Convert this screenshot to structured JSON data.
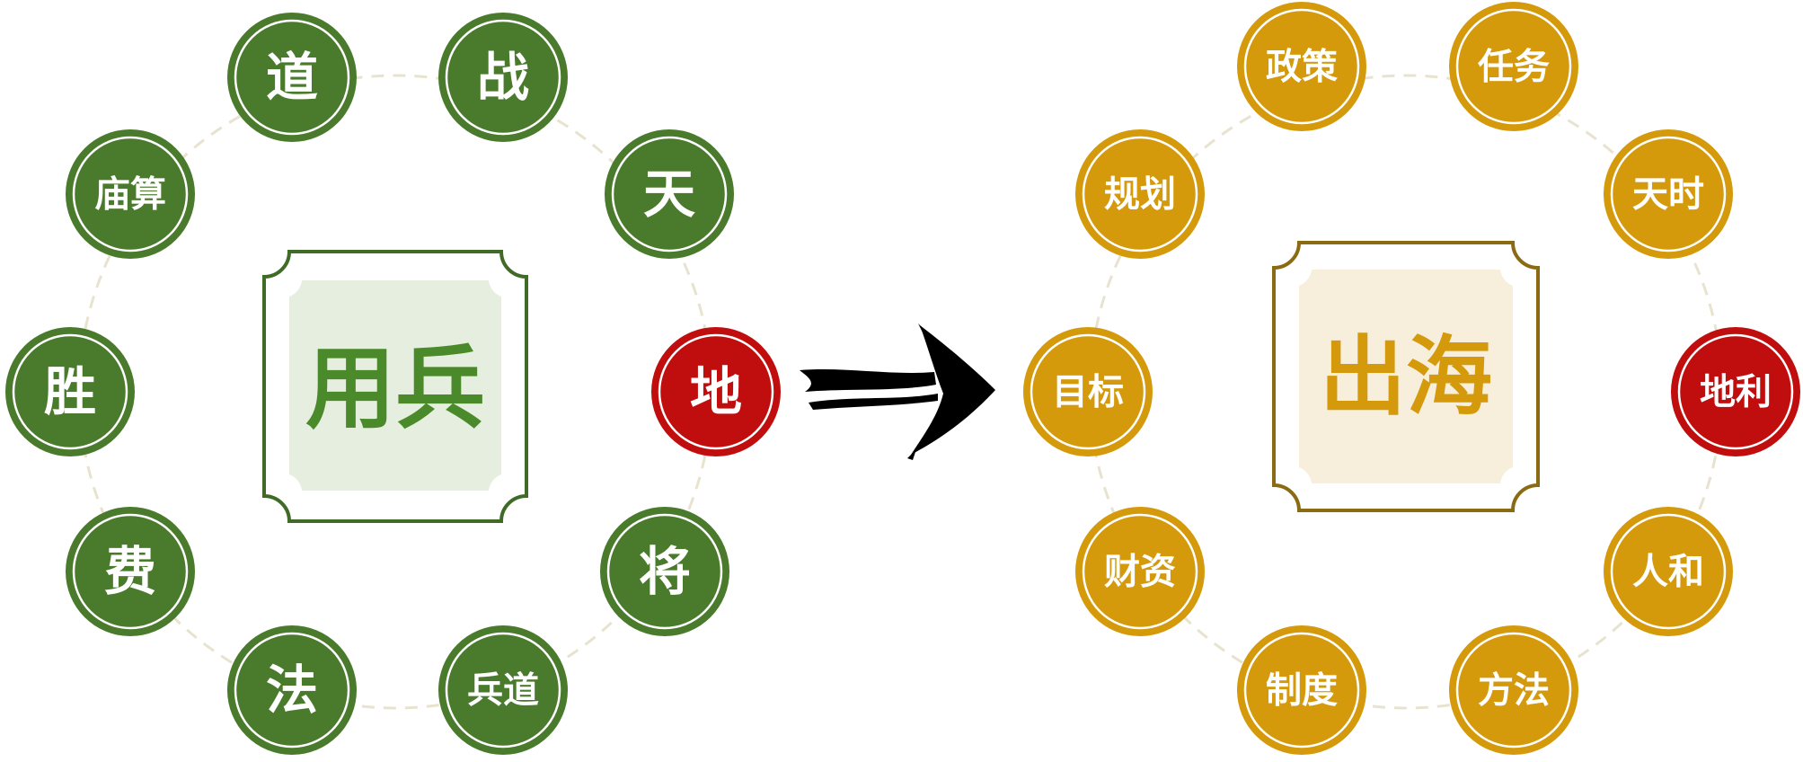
{
  "colors": {
    "left_node": "#4a7a2c",
    "right_node": "#d49a0c",
    "highlight_node": "#c00d0d",
    "left_center_fill": "#e6efdf",
    "left_center_border": "#3f6b27",
    "left_center_text": "#4b8a2a",
    "right_center_fill": "#f7eedc",
    "right_center_border": "#8a6a12",
    "right_center_text": "#d49a0c",
    "ring_dash": "#e8e3cf",
    "arrow": "#000000"
  },
  "left": {
    "center_label": "用兵",
    "nodes": [
      {
        "label": "战",
        "highlight": false
      },
      {
        "label": "天",
        "highlight": false
      },
      {
        "label": "地",
        "highlight": true
      },
      {
        "label": "将",
        "highlight": false
      },
      {
        "label": "兵道",
        "highlight": false
      },
      {
        "label": "法",
        "highlight": false
      },
      {
        "label": "费",
        "highlight": false
      },
      {
        "label": "胜",
        "highlight": false
      },
      {
        "label": "庙算",
        "highlight": false
      },
      {
        "label": "道",
        "highlight": false
      }
    ]
  },
  "right": {
    "center_label": "出海",
    "nodes": [
      {
        "label": "任务",
        "highlight": false
      },
      {
        "label": "天时",
        "highlight": false
      },
      {
        "label": "地利",
        "highlight": true
      },
      {
        "label": "人和",
        "highlight": false
      },
      {
        "label": "方法",
        "highlight": false
      },
      {
        "label": "制度",
        "highlight": false
      },
      {
        "label": "财资",
        "highlight": false
      },
      {
        "label": "目标",
        "highlight": false
      },
      {
        "label": "规划",
        "highlight": false
      },
      {
        "label": "政策",
        "highlight": false
      }
    ]
  },
  "arrow_icon": "brush-arrow-right-icon"
}
